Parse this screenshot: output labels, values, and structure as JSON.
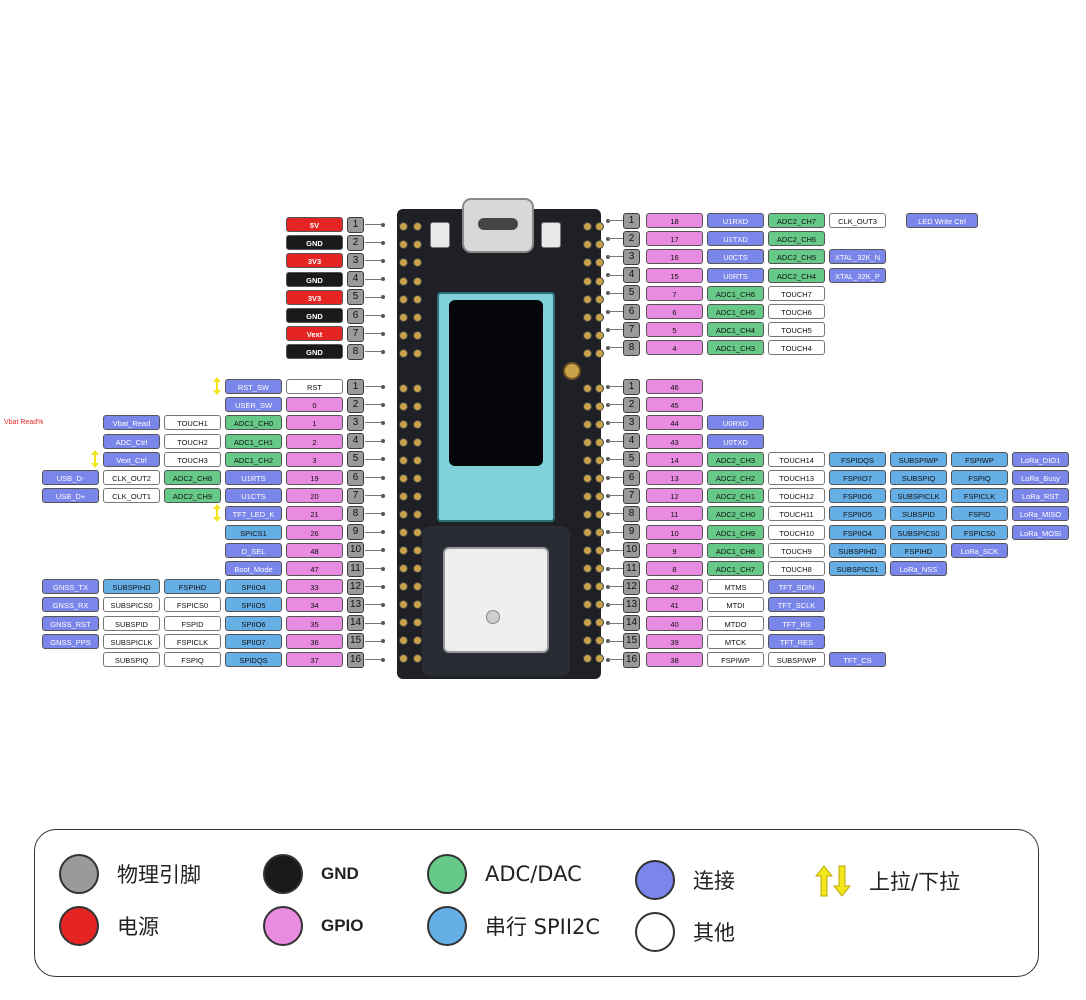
{
  "colors": {
    "power": "#e52424",
    "gnd": "#1a1a1a",
    "pin": "#9a9a9a",
    "gpio": "#e98be0",
    "adc": "#66c988",
    "serial": "#66aee6",
    "conn": "#7b86ea",
    "other": "#ffffff",
    "pcb": "#1e2026",
    "screen": "#7fd0d8",
    "arrow": "#f2e61a"
  },
  "left_note": "Vbat Read%",
  "board": {
    "top_row": [
      "5V",
      "GND",
      "3V3",
      "GND",
      "3V3",
      "GND",
      "Vext",
      "GND"
    ],
    "left_col": [
      "RST",
      "0",
      "1",
      "2",
      "3",
      "19",
      "20",
      "21",
      "26",
      "48",
      "47",
      "33",
      "34",
      "35",
      "36",
      "37"
    ],
    "right_top": [
      "18",
      "17",
      "16",
      "15",
      "7",
      "6",
      "5",
      "4"
    ],
    "right_col": [
      "46",
      "45",
      "44",
      "43",
      "14",
      "13",
      "12",
      "11",
      "10",
      "9",
      "8",
      "42",
      "41",
      "40",
      "39",
      "38"
    ]
  },
  "left_power": [
    {
      "n": "1",
      "label": "5V",
      "type": "power"
    },
    {
      "n": "2",
      "label": "GND",
      "type": "gnd"
    },
    {
      "n": "3",
      "label": "3V3",
      "type": "power"
    },
    {
      "n": "4",
      "label": "GND",
      "type": "gnd"
    },
    {
      "n": "5",
      "label": "3V3",
      "type": "power"
    },
    {
      "n": "6",
      "label": "GND",
      "type": "gnd"
    },
    {
      "n": "7",
      "label": "Vext",
      "type": "power"
    },
    {
      "n": "8",
      "label": "GND",
      "type": "gnd"
    }
  ],
  "left_pins": [
    {
      "n": "1",
      "arrow": true,
      "tags": [
        [
          "conn",
          "RST_SW"
        ],
        [
          "other",
          "RST"
        ]
      ]
    },
    {
      "n": "2",
      "arrow": false,
      "tags": [
        [
          "conn",
          "USER_SW"
        ],
        [
          "gpio",
          "0"
        ]
      ]
    },
    {
      "n": "3",
      "arrow": false,
      "tags": [
        [
          "conn",
          "Vbat_Read"
        ],
        [
          "other",
          "TOUCH1"
        ],
        [
          "adc",
          "ADC1_CH0"
        ],
        [
          "gpio",
          "1"
        ]
      ]
    },
    {
      "n": "4",
      "arrow": false,
      "tags": [
        [
          "conn",
          "ADC_Ctrl"
        ],
        [
          "other",
          "TOUCH2"
        ],
        [
          "adc",
          "ADC1_CH1"
        ],
        [
          "gpio",
          "2"
        ]
      ]
    },
    {
      "n": "5",
      "arrow": true,
      "tags": [
        [
          "conn",
          "Vext_Ctrl"
        ],
        [
          "other",
          "TOUCH3"
        ],
        [
          "adc",
          "ADC1_CH2"
        ],
        [
          "gpio",
          "3"
        ]
      ]
    },
    {
      "n": "6",
      "arrow": false,
      "tags": [
        [
          "conn",
          "USB_D-"
        ],
        [
          "other",
          "CLK_OUT2"
        ],
        [
          "adc",
          "ADC2_CH8"
        ],
        [
          "conn",
          "U1RTS"
        ],
        [
          "gpio",
          "19"
        ]
      ]
    },
    {
      "n": "7",
      "arrow": false,
      "tags": [
        [
          "conn",
          "USB_D+"
        ],
        [
          "other",
          "CLK_OUT1"
        ],
        [
          "adc",
          "ADC2_CH9"
        ],
        [
          "conn",
          "U1CTS"
        ],
        [
          "gpio",
          "20"
        ]
      ]
    },
    {
      "n": "8",
      "arrow": true,
      "tags": [
        [
          "conn",
          "TFT_LED_K"
        ],
        [
          "gpio",
          "21"
        ]
      ]
    },
    {
      "n": "9",
      "arrow": false,
      "tags": [
        [
          "serial",
          "SPICS1"
        ],
        [
          "gpio",
          "26"
        ]
      ]
    },
    {
      "n": "10",
      "arrow": false,
      "tags": [
        [
          "conn",
          "D_SEL"
        ],
        [
          "gpio",
          "48"
        ]
      ]
    },
    {
      "n": "11",
      "arrow": false,
      "tags": [
        [
          "conn",
          "Boot_Mode"
        ],
        [
          "gpio",
          "47"
        ]
      ]
    },
    {
      "n": "12",
      "arrow": false,
      "tags": [
        [
          "conn",
          "GNSS_TX"
        ],
        [
          "serial",
          "SUBSPIHD"
        ],
        [
          "serial",
          "FSPIHD"
        ],
        [
          "serial",
          "SPIIO4"
        ],
        [
          "gpio",
          "33"
        ]
      ]
    },
    {
      "n": "13",
      "arrow": false,
      "tags": [
        [
          "conn",
          "GNSS_RX"
        ],
        [
          "other",
          "SUBSPICS0"
        ],
        [
          "other",
          "FSPICS0"
        ],
        [
          "serial",
          "SPIIO5"
        ],
        [
          "gpio",
          "34"
        ]
      ]
    },
    {
      "n": "14",
      "arrow": false,
      "tags": [
        [
          "conn",
          "GNSS_RST"
        ],
        [
          "other",
          "SUBSPID"
        ],
        [
          "other",
          "FSPID"
        ],
        [
          "serial",
          "SPIIO6"
        ],
        [
          "gpio",
          "35"
        ]
      ]
    },
    {
      "n": "15",
      "arrow": false,
      "tags": [
        [
          "conn",
          "GNSS_PPS"
        ],
        [
          "other",
          "SUBSPICLK"
        ],
        [
          "other",
          "FSPICLK"
        ],
        [
          "serial",
          "SPIIO7"
        ],
        [
          "gpio",
          "36"
        ]
      ]
    },
    {
      "n": "16",
      "arrow": false,
      "tags": [
        [
          "other",
          "SUBSPIQ"
        ],
        [
          "other",
          "FSPIQ"
        ],
        [
          "serial",
          "SPIDQS"
        ],
        [
          "gpio",
          "37"
        ]
      ]
    }
  ],
  "right_top_pins": [
    {
      "n": "1",
      "tags": [
        [
          "gpio",
          "18"
        ],
        [
          "conn",
          "U1RXD"
        ],
        [
          "adc",
          "ADC2_CH7"
        ],
        [
          "other",
          "CLK_OUT3"
        ],
        [
          "conn",
          "LED Write Ctrl"
        ]
      ]
    },
    {
      "n": "2",
      "tags": [
        [
          "gpio",
          "17"
        ],
        [
          "conn",
          "U1TXD"
        ],
        [
          "adc",
          "ADC2_CH6"
        ]
      ]
    },
    {
      "n": "3",
      "tags": [
        [
          "gpio",
          "16"
        ],
        [
          "conn",
          "U0CTS"
        ],
        [
          "adc",
          "ADC2_CH5"
        ],
        [
          "conn",
          "XTAL_32K_N"
        ]
      ]
    },
    {
      "n": "4",
      "tags": [
        [
          "gpio",
          "15"
        ],
        [
          "conn",
          "U0RTS"
        ],
        [
          "adc",
          "ADC2_CH4"
        ],
        [
          "conn",
          "XTAL_32K_P"
        ]
      ]
    },
    {
      "n": "5",
      "tags": [
        [
          "gpio",
          "7"
        ],
        [
          "adc",
          "ADC1_CH6"
        ],
        [
          "other",
          "TOUCH7"
        ]
      ]
    },
    {
      "n": "6",
      "tags": [
        [
          "gpio",
          "6"
        ],
        [
          "adc",
          "ADC1_CH5"
        ],
        [
          "other",
          "TOUCH6"
        ]
      ]
    },
    {
      "n": "7",
      "tags": [
        [
          "gpio",
          "5"
        ],
        [
          "adc",
          "ADC1_CH4"
        ],
        [
          "other",
          "TOUCH5"
        ]
      ]
    },
    {
      "n": "8",
      "tags": [
        [
          "gpio",
          "4"
        ],
        [
          "adc",
          "ADC1_CH3"
        ],
        [
          "other",
          "TOUCH4"
        ]
      ]
    }
  ],
  "right_pins": [
    {
      "n": "1",
      "tags": [
        [
          "gpio",
          "46"
        ]
      ]
    },
    {
      "n": "2",
      "tags": [
        [
          "gpio",
          "45"
        ]
      ]
    },
    {
      "n": "3",
      "tags": [
        [
          "gpio",
          "44"
        ],
        [
          "conn",
          "U0RXD"
        ]
      ]
    },
    {
      "n": "4",
      "tags": [
        [
          "gpio",
          "43"
        ],
        [
          "conn",
          "U0TXD"
        ]
      ]
    },
    {
      "n": "5",
      "tags": [
        [
          "gpio",
          "14"
        ],
        [
          "adc",
          "ADC2_CH3"
        ],
        [
          "other",
          "TOUCH14"
        ],
        [
          "serial",
          "FSPIDQS"
        ],
        [
          "serial",
          "SUBSPIWP"
        ],
        [
          "serial",
          "FSPIWP"
        ],
        [
          "conn",
          "LoRa_DIO1"
        ]
      ]
    },
    {
      "n": "6",
      "tags": [
        [
          "gpio",
          "13"
        ],
        [
          "adc",
          "ADC2_CH2"
        ],
        [
          "other",
          "TOUCH13"
        ],
        [
          "serial",
          "FSPIIO7"
        ],
        [
          "serial",
          "SUBSPIQ"
        ],
        [
          "serial",
          "FSPIQ"
        ],
        [
          "conn",
          "LoRa_Busy"
        ]
      ]
    },
    {
      "n": "7",
      "tags": [
        [
          "gpio",
          "12"
        ],
        [
          "adc",
          "ADC2_CH1"
        ],
        [
          "other",
          "TOUCH12"
        ],
        [
          "serial",
          "FSPIIO6"
        ],
        [
          "serial",
          "SUBSPICLK"
        ],
        [
          "serial",
          "FSPICLK"
        ],
        [
          "conn",
          "LoRa_RST"
        ]
      ]
    },
    {
      "n": "8",
      "tags": [
        [
          "gpio",
          "11"
        ],
        [
          "adc",
          "ADC2_CH0"
        ],
        [
          "other",
          "TOUCH11"
        ],
        [
          "serial",
          "FSPIIO5"
        ],
        [
          "serial",
          "SUBSPID"
        ],
        [
          "serial",
          "FSPID"
        ],
        [
          "conn",
          "LoRa_MISO"
        ]
      ]
    },
    {
      "n": "9",
      "tags": [
        [
          "gpio",
          "10"
        ],
        [
          "adc",
          "ADC1_CH9"
        ],
        [
          "other",
          "TOUCH10"
        ],
        [
          "serial",
          "FSPIIO4"
        ],
        [
          "serial",
          "SUBSPICS0"
        ],
        [
          "serial",
          "FSPICS0"
        ],
        [
          "conn",
          "LoRa_MOSI"
        ]
      ]
    },
    {
      "n": "10",
      "tags": [
        [
          "gpio",
          "9"
        ],
        [
          "adc",
          "ADC1_CH8"
        ],
        [
          "other",
          "TOUCH9"
        ],
        [
          "serial",
          "SUBSPIHD"
        ],
        [
          "serial",
          "FSPIHD"
        ],
        [
          "conn",
          "LoRa_SCK"
        ]
      ]
    },
    {
      "n": "11",
      "tags": [
        [
          "gpio",
          "8"
        ],
        [
          "adc",
          "ADC1_CH7"
        ],
        [
          "other",
          "TOUCH8"
        ],
        [
          "serial",
          "SUBSPICS1"
        ],
        [
          "conn",
          "LoRa_NSS"
        ]
      ]
    },
    {
      "n": "12",
      "tags": [
        [
          "gpio",
          "42"
        ],
        [
          "other",
          "MTMS"
        ],
        [
          "conn",
          "TFT_SDIN"
        ]
      ]
    },
    {
      "n": "13",
      "tags": [
        [
          "gpio",
          "41"
        ],
        [
          "other",
          "MTDI"
        ],
        [
          "conn",
          "TFT_SCLK"
        ]
      ]
    },
    {
      "n": "14",
      "tags": [
        [
          "gpio",
          "40"
        ],
        [
          "other",
          "MTDO"
        ],
        [
          "conn",
          "TFT_RS"
        ]
      ]
    },
    {
      "n": "15",
      "tags": [
        [
          "gpio",
          "39"
        ],
        [
          "other",
          "MTCK"
        ],
        [
          "conn",
          "TFT_RES"
        ]
      ]
    },
    {
      "n": "16",
      "tags": [
        [
          "gpio",
          "38"
        ],
        [
          "other",
          "FSPIWP"
        ],
        [
          "other",
          "SUBSPIWP"
        ],
        [
          "conn",
          "TFT_CS"
        ]
      ]
    }
  ],
  "legend": [
    {
      "type": "pin",
      "label": "物理引脚"
    },
    {
      "type": "power",
      "label": "电源"
    },
    {
      "type": "gnd",
      "label": "GND"
    },
    {
      "type": "gpio",
      "label": "GPIO"
    },
    {
      "type": "adc",
      "label": "ADC/DAC"
    },
    {
      "type": "serial",
      "label": "串行 SPII2C"
    },
    {
      "type": "conn",
      "label": "连接"
    },
    {
      "type": "other",
      "label": "其他"
    },
    {
      "type": "arrow",
      "label": "上拉/下拉"
    }
  ]
}
